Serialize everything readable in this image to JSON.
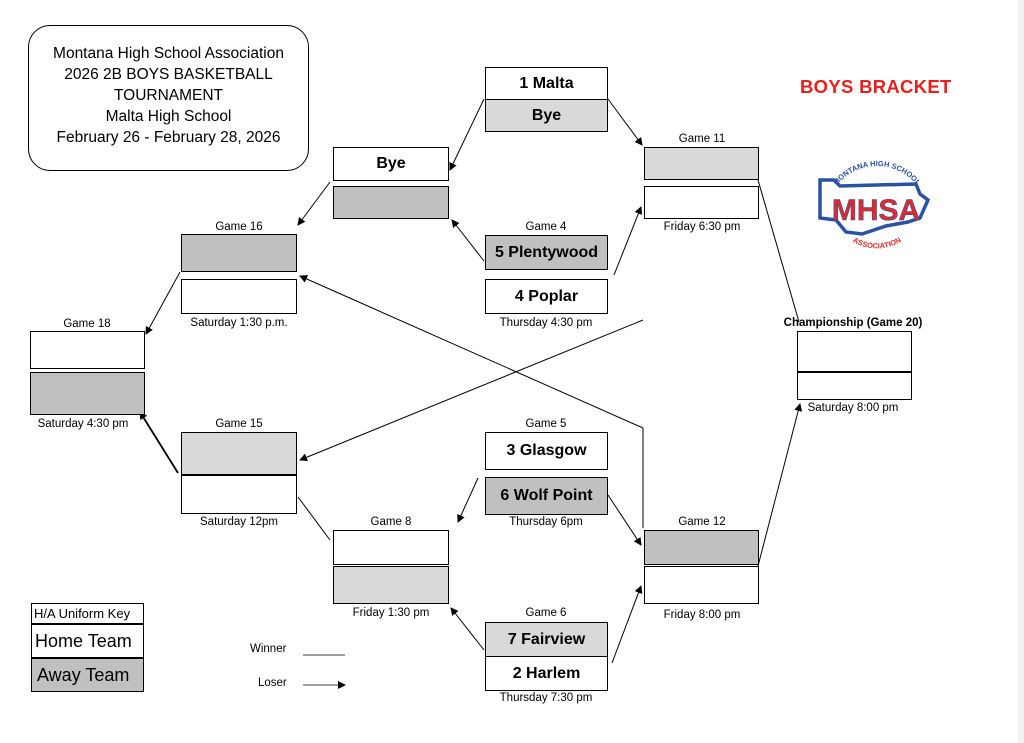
{
  "header": {
    "lines": [
      "Montana High School Association",
      "2026 2B BOYS BASKETBALL",
      "TOURNAMENT",
      "Malta High School",
      "February 26 - February 28, 2026"
    ]
  },
  "bracket_label": "BOYS BRACKET",
  "logo": {
    "arc_top": "MONTANA HIGH SCHOOL",
    "main": "MHSA",
    "arc_bottom": "ASSOCIATION",
    "colors": {
      "blue": "#2a52a3",
      "red": "#e02b2b"
    }
  },
  "teams": {
    "malta": "1 Malta",
    "bye_top": "Bye",
    "bye_mid": "Bye",
    "plentywood": "5 Plentywood",
    "poplar": "4 Poplar",
    "glasgow": "3 Glasgow",
    "wolf_point": "6 Wolf Point",
    "fairview": "7 Fairview",
    "harlem": "2 Harlem"
  },
  "games": {
    "g4": {
      "title": "Game 4",
      "time": "Thursday 4:30 pm"
    },
    "g5": {
      "title": "Game 5",
      "time": "Thursday 6pm"
    },
    "g6": {
      "title": "Game 6",
      "time": "Thursday 7:30 pm"
    },
    "g8": {
      "title": "Game 8",
      "time": "Friday 1:30 pm"
    },
    "g11": {
      "title": "Game 11",
      "time": "Friday 6:30 pm"
    },
    "g12": {
      "title": "Game 12",
      "time": "Friday 8:00 pm"
    },
    "g15": {
      "title": "Game 15",
      "time": "Saturday 12pm"
    },
    "g16": {
      "title": "Game 16",
      "time": "Saturday 1:30 p.m."
    },
    "g18": {
      "title": "Game 18",
      "time": "Saturday 4:30 pm"
    },
    "g20": {
      "title": "Championship (Game 20)",
      "time": "Saturday 8:00 pm"
    }
  },
  "uniform_key": {
    "title": "H/A Uniform Key",
    "home": "Home Team",
    "away": "Away Team"
  },
  "legend": {
    "winner": "Winner",
    "loser": "Loser"
  }
}
